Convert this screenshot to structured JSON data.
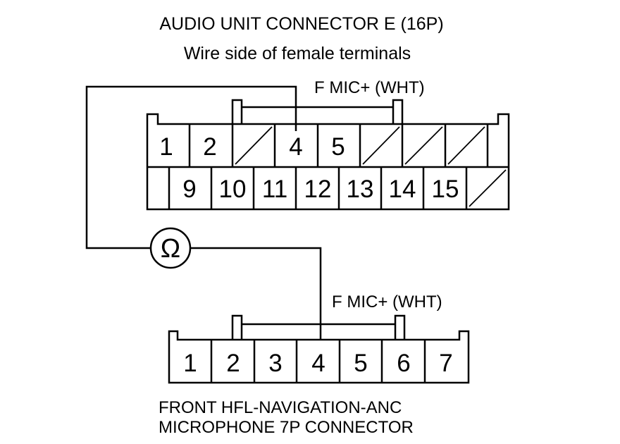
{
  "audio_connector": {
    "title": "AUDIO UNIT CONNECTOR E (16P)",
    "subtitle": "Wire side of female terminals",
    "wire_label": "F MIC+ (WHT)",
    "row1": [
      "1",
      "2",
      "",
      "4",
      "5",
      "",
      "",
      ""
    ],
    "row2": [
      "",
      "9",
      "10",
      "11",
      "12",
      "13",
      "14",
      "15",
      ""
    ]
  },
  "ohmmeter": {
    "symbol": "Ω"
  },
  "mic_connector": {
    "wire_label": "F MIC+ (WHT)",
    "pins": [
      "1",
      "2",
      "3",
      "4",
      "5",
      "6",
      "7"
    ],
    "title_line1": "FRONT HFL-NAVIGATION-ANC",
    "title_line2": "MICROPHONE 7P CONNECTOR"
  }
}
